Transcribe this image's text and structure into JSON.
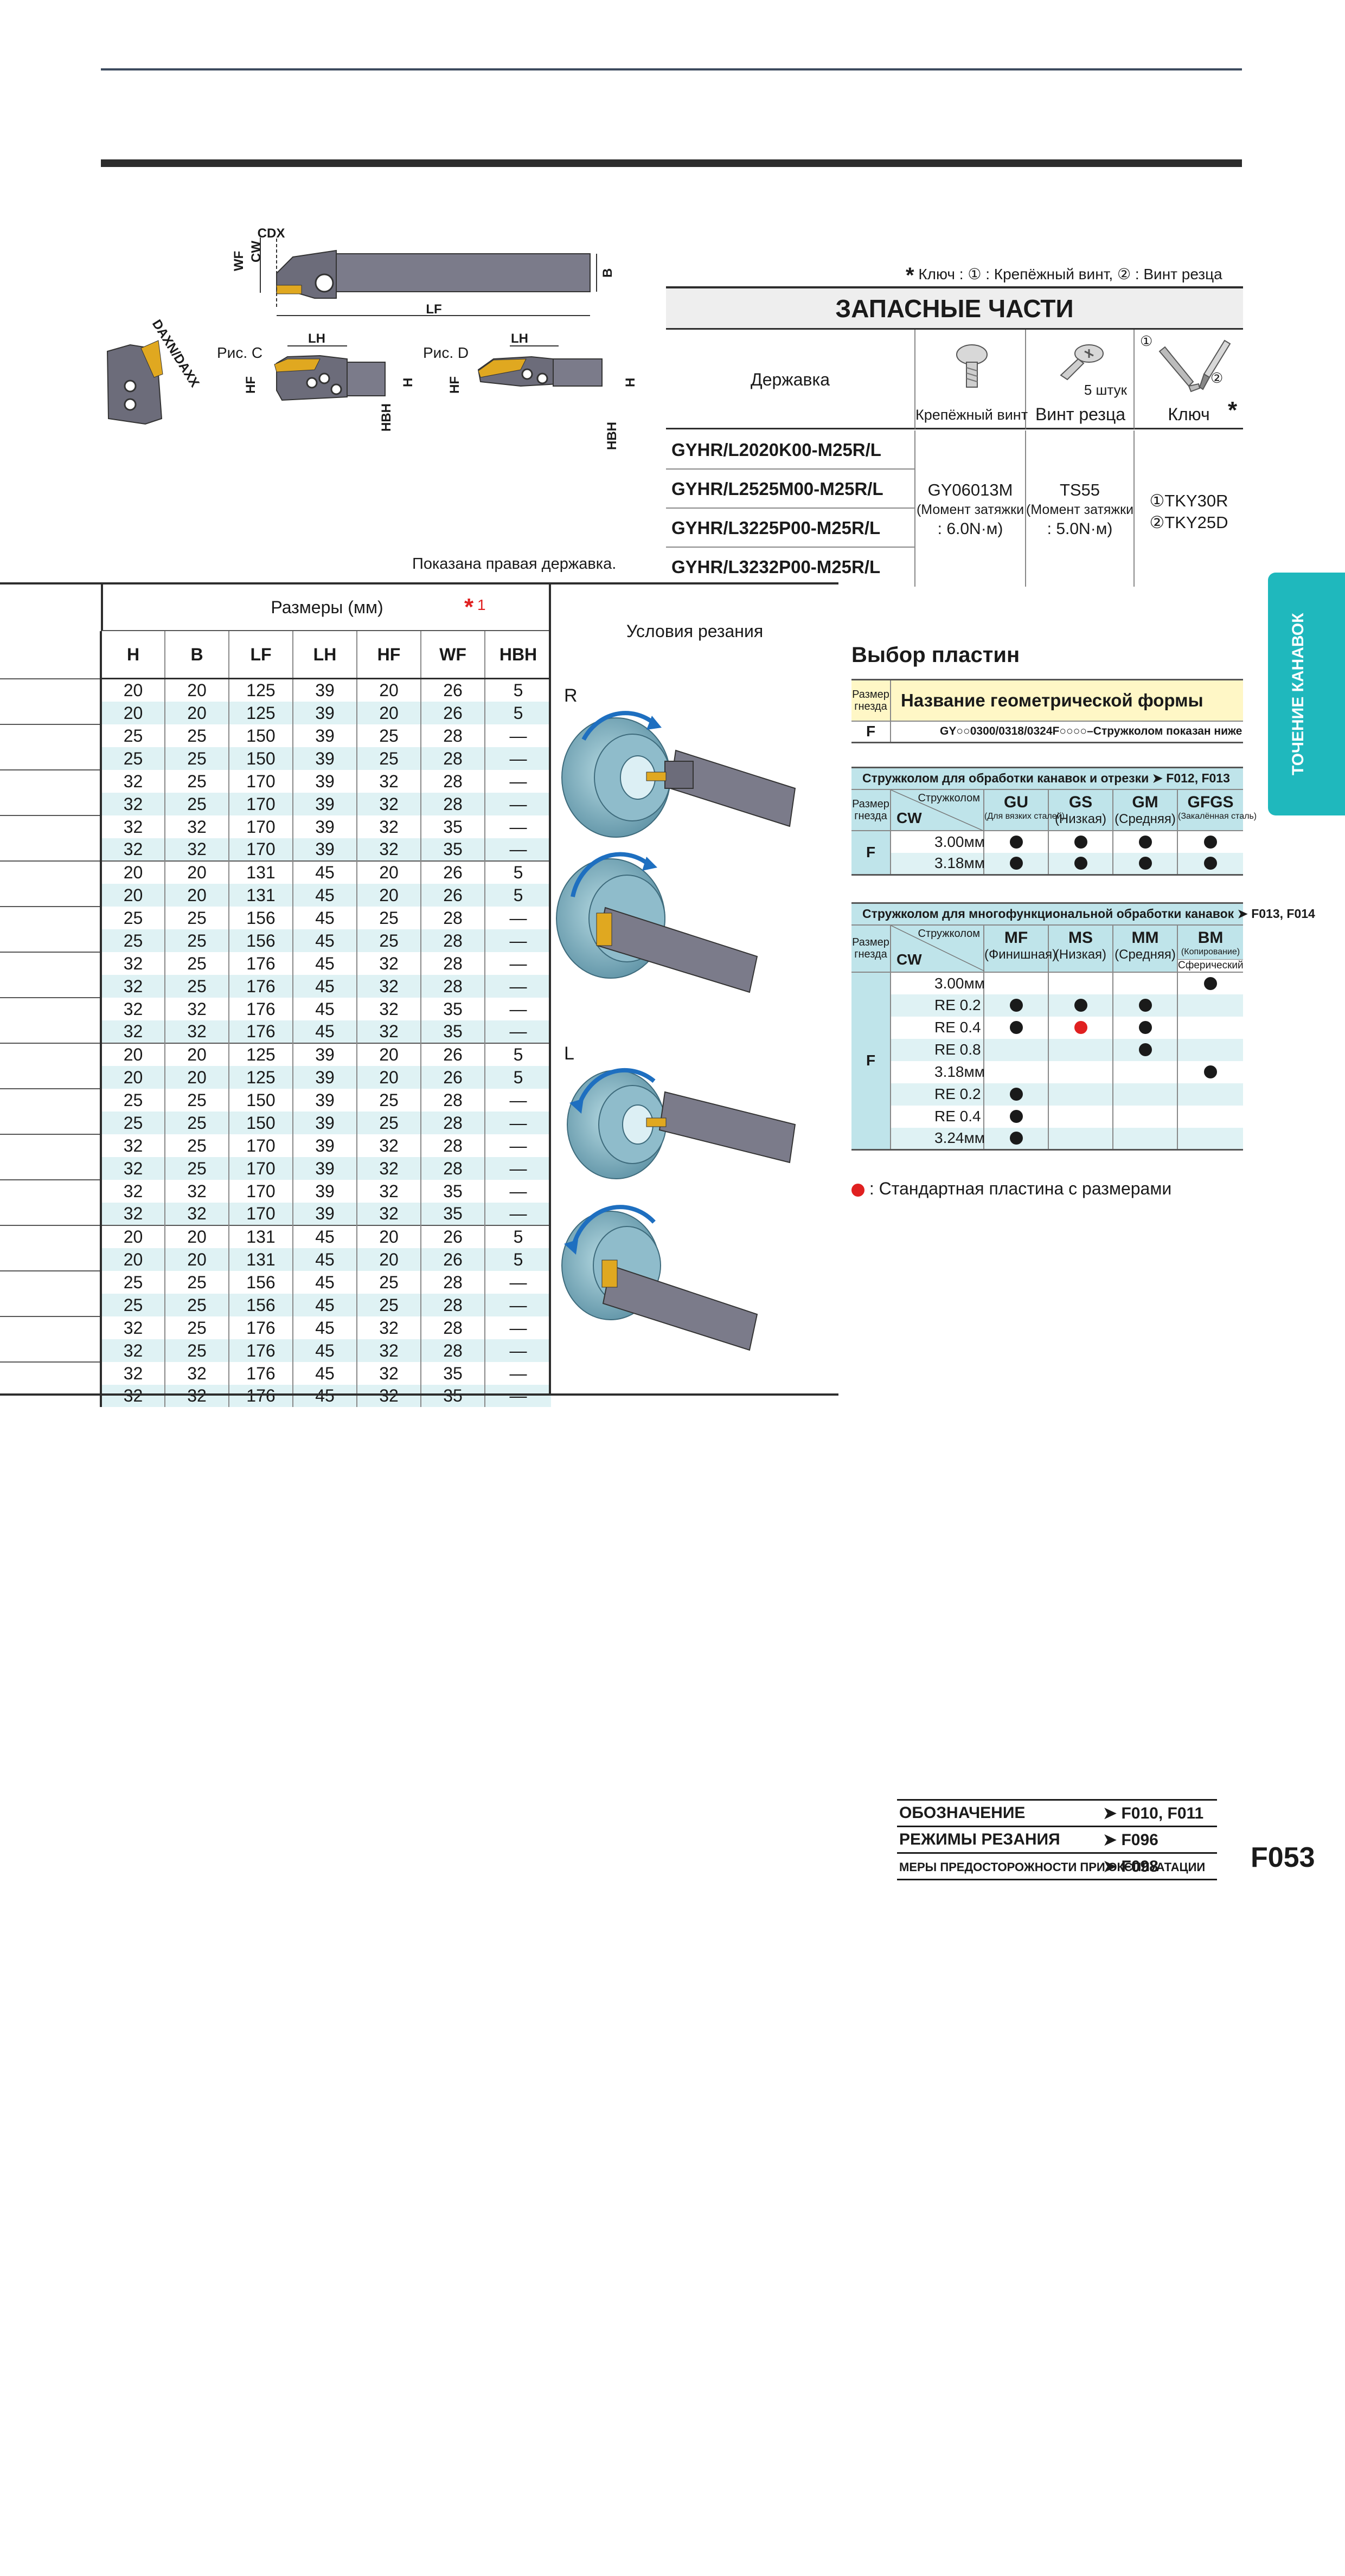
{
  "drawings": {
    "labels": {
      "cdx": "CDX",
      "cw": "CW",
      "wf": "WF",
      "b": "B",
      "lf": "LF",
      "lh_c": "LH",
      "lh_d": "LH",
      "hf_c": "HF",
      "hf_d": "HF",
      "h_c": "H",
      "h_d": "H",
      "hbh_c": "HBH",
      "hbh_d": "HBH",
      "daxn": "DAXN/DAXX"
    },
    "fig_c": "Рис. C",
    "fig_d": "Рис. D",
    "shown_right": "Показана правая державка."
  },
  "spare_parts": {
    "note": "Ключ : ① : Крепёжный винт, ② : Винт резца",
    "note_star": "*",
    "title": "ЗАПАСНЫЕ ЧАСТИ",
    "holder_header": "Державка",
    "col1_header": "Крепёжный винт",
    "col2_header": "Винт резца",
    "col3_header": "Ключ",
    "col2_qty": "5 штук",
    "col3_star": "*",
    "wrench_num1": "①",
    "wrench_num2": "②",
    "holders": [
      "GYHR/L2020K00-M25R/L",
      "GYHR/L2525M00-M25R/L",
      "GYHR/L3225P00-M25R/L",
      "GYHR/L3232P00-M25R/L"
    ],
    "clamp_screw": {
      "code": "GY06013M",
      "torque_label": "(Момент затяжки",
      "torque_value": ": 6.0N·м)"
    },
    "insert_screw": {
      "code": "TS55",
      "torque_label": "(Момент затяжки",
      "torque_value": ": 5.0N·м)"
    },
    "wrench": {
      "line1": "①TKY30R",
      "line2": "②TKY25D"
    }
  },
  "dimensions": {
    "header": "Размеры (мм)",
    "header_note_star": "*",
    "header_note_num": "1",
    "columns": [
      "H",
      "B",
      "LF",
      "LH",
      "HF",
      "WF",
      "HBH"
    ],
    "rows": [
      [
        "20",
        "20",
        "125",
        "39",
        "20",
        "26",
        "5"
      ],
      [
        "20",
        "20",
        "125",
        "39",
        "20",
        "26",
        "5"
      ],
      [
        "25",
        "25",
        "150",
        "39",
        "25",
        "28",
        "—"
      ],
      [
        "25",
        "25",
        "150",
        "39",
        "25",
        "28",
        "—"
      ],
      [
        "32",
        "25",
        "170",
        "39",
        "32",
        "28",
        "—"
      ],
      [
        "32",
        "25",
        "170",
        "39",
        "32",
        "28",
        "—"
      ],
      [
        "32",
        "32",
        "170",
        "39",
        "32",
        "35",
        "—"
      ],
      [
        "32",
        "32",
        "170",
        "39",
        "32",
        "35",
        "—"
      ],
      [
        "20",
        "20",
        "131",
        "45",
        "20",
        "26",
        "5"
      ],
      [
        "20",
        "20",
        "131",
        "45",
        "20",
        "26",
        "5"
      ],
      [
        "25",
        "25",
        "156",
        "45",
        "25",
        "28",
        "—"
      ],
      [
        "25",
        "25",
        "156",
        "45",
        "25",
        "28",
        "—"
      ],
      [
        "32",
        "25",
        "176",
        "45",
        "32",
        "28",
        "—"
      ],
      [
        "32",
        "25",
        "176",
        "45",
        "32",
        "28",
        "—"
      ],
      [
        "32",
        "32",
        "176",
        "45",
        "32",
        "35",
        "—"
      ],
      [
        "32",
        "32",
        "176",
        "45",
        "32",
        "35",
        "—"
      ],
      [
        "20",
        "20",
        "125",
        "39",
        "20",
        "26",
        "5"
      ],
      [
        "20",
        "20",
        "125",
        "39",
        "20",
        "26",
        "5"
      ],
      [
        "25",
        "25",
        "150",
        "39",
        "25",
        "28",
        "—"
      ],
      [
        "25",
        "25",
        "150",
        "39",
        "25",
        "28",
        "—"
      ],
      [
        "32",
        "25",
        "170",
        "39",
        "32",
        "28",
        "—"
      ],
      [
        "32",
        "25",
        "170",
        "39",
        "32",
        "28",
        "—"
      ],
      [
        "32",
        "32",
        "170",
        "39",
        "32",
        "35",
        "—"
      ],
      [
        "32",
        "32",
        "170",
        "39",
        "32",
        "35",
        "—"
      ],
      [
        "20",
        "20",
        "131",
        "45",
        "20",
        "26",
        "5"
      ],
      [
        "20",
        "20",
        "131",
        "45",
        "20",
        "26",
        "5"
      ],
      [
        "25",
        "25",
        "156",
        "45",
        "25",
        "28",
        "—"
      ],
      [
        "25",
        "25",
        "156",
        "45",
        "25",
        "28",
        "—"
      ],
      [
        "32",
        "25",
        "176",
        "45",
        "32",
        "28",
        "—"
      ],
      [
        "32",
        "25",
        "176",
        "45",
        "32",
        "28",
        "—"
      ],
      [
        "32",
        "32",
        "176",
        "45",
        "32",
        "35",
        "—"
      ],
      [
        "32",
        "32",
        "176",
        "45",
        "32",
        "35",
        "—"
      ]
    ]
  },
  "cutting_conditions": {
    "header": "Условия резания",
    "label_r": "R",
    "label_l": "L"
  },
  "insert_selection": {
    "title": "Выбор пластин",
    "geom_table": {
      "col1": "Размер гнезда",
      "col2": "Название геометрической формы",
      "size": "F",
      "geometry": "GY○○0300/0318/0324F○○○○–Стружколом показан ниже"
    },
    "table1": {
      "title": "Стружколом для обработки канавок и отрезки ➤ F012, F013",
      "col_size": "Размер гнезда",
      "col_cb": "Стружколом",
      "col_cw": "CW",
      "breakers": [
        {
          "code": "GU",
          "desc": "(Для вязких сталей)"
        },
        {
          "code": "GS",
          "desc": "(Низкая)"
        },
        {
          "code": "GM",
          "desc": "(Средняя)"
        },
        {
          "code": "GFGS",
          "desc": "(Закалённая сталь)"
        }
      ],
      "size": "F",
      "rows": [
        {
          "cw": "3.00мм",
          "marks": [
            "black",
            "black",
            "black",
            "black"
          ]
        },
        {
          "cw": "3.18мм",
          "marks": [
            "black",
            "black",
            "black",
            "black"
          ]
        }
      ]
    },
    "table2": {
      "title": "Стружколом для многофункциональной обработки канавок ➤ F013, F014",
      "col_size": "Размер гнезда",
      "col_cb": "Стружколом",
      "col_cw": "CW",
      "breakers": [
        {
          "code": "MF",
          "desc": "(Финишная)"
        },
        {
          "code": "MS",
          "desc": "(Низкая)"
        },
        {
          "code": "MM",
          "desc": "(Средняя)"
        },
        {
          "code": "BM",
          "desc": "(Копирование)"
        }
      ],
      "bm_note": "Сферический",
      "size": "F",
      "rows": [
        {
          "cw": "3.00мм",
          "marks": [
            "",
            "",
            "",
            "black"
          ]
        },
        {
          "cw": "RE 0.2",
          "marks": [
            "black",
            "black",
            "black",
            ""
          ]
        },
        {
          "cw": "RE 0.4",
          "marks": [
            "black",
            "red",
            "black",
            ""
          ]
        },
        {
          "cw": "RE 0.8",
          "marks": [
            "",
            "",
            "black",
            ""
          ]
        },
        {
          "cw": "3.18мм",
          "marks": [
            "",
            "",
            "",
            "black"
          ]
        },
        {
          "cw": "RE 0.2",
          "marks": [
            "black",
            "",
            "",
            ""
          ]
        },
        {
          "cw": "RE 0.4",
          "marks": [
            "black",
            "",
            "",
            ""
          ]
        },
        {
          "cw": "3.24мм",
          "marks": [
            "black",
            "",
            "",
            ""
          ]
        }
      ]
    },
    "legend": ": Стандартная пластина с размерами"
  },
  "side_tab": "ТОЧЕНИЕ КАНАВОК",
  "refs": [
    {
      "label": "ОБОЗНАЧЕНИЕ",
      "ref": "➤ F010, F011"
    },
    {
      "label": "РЕЖИМЫ РЕЗАНИЯ",
      "ref": "➤ F096"
    },
    {
      "label": "МЕРЫ ПРЕДОСТОРОЖНОСТИ ПРИ ЭКСПЛУАТАЦИИ",
      "ref": "➤ F098"
    }
  ],
  "page_number": "F053",
  "colors": {
    "accent": "#1fb8bd",
    "row_alt": "#dff2f4",
    "header_blue": "#bfe4ea",
    "header_yellow": "#fff7c6",
    "red_dot": "#e02020"
  }
}
